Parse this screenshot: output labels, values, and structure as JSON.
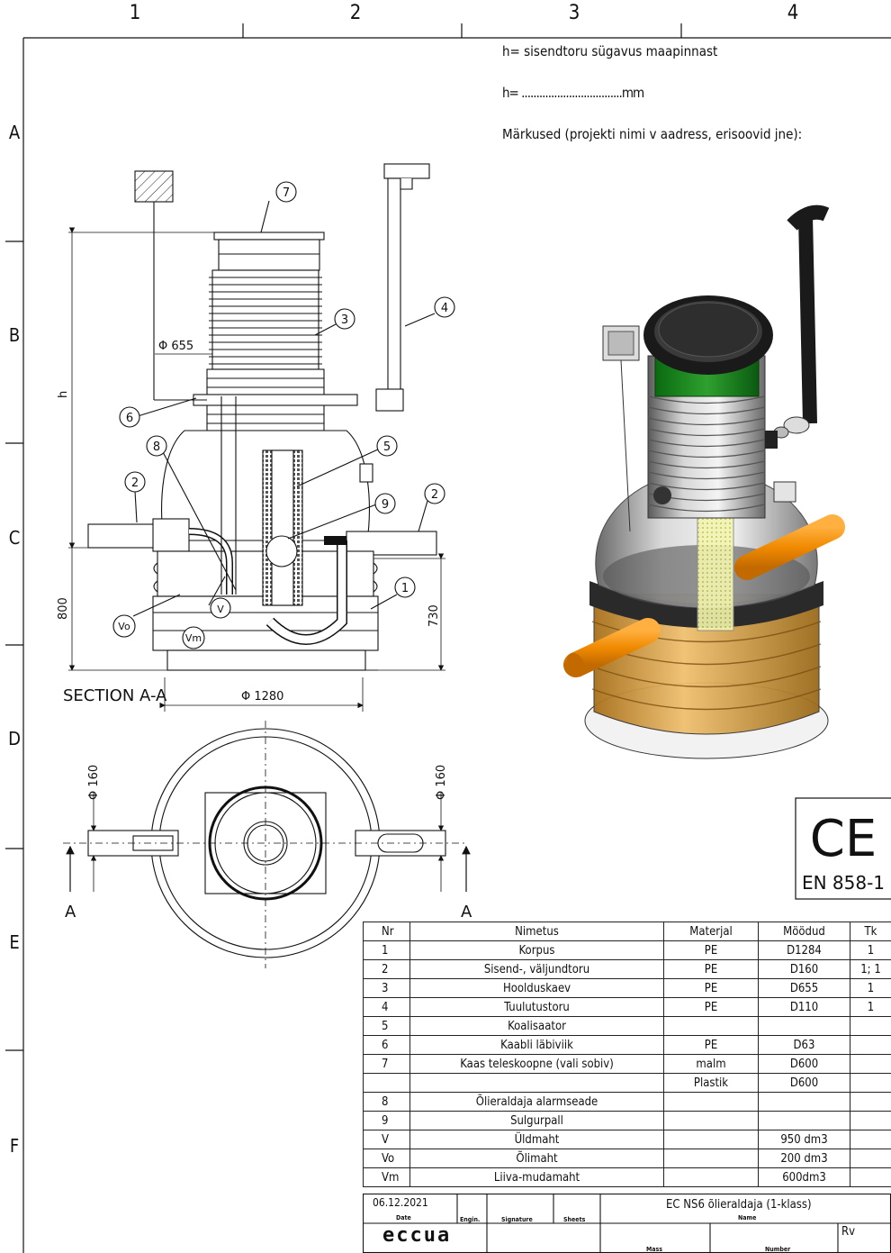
{
  "frame": {
    "columns": [
      "1",
      "2",
      "3",
      "4"
    ],
    "rows": [
      "A",
      "B",
      "C",
      "D",
      "E",
      "F"
    ]
  },
  "notes": {
    "depth_note": "h= sisendtoru sügavus maapinnast",
    "h_line": "h= ..................................mm",
    "remarks": "Märkused (projekti nimi v aadress, erisoovid jne):"
  },
  "section": {
    "title": "SECTION A-A",
    "dim_h": "h",
    "dim_655": "Φ 655",
    "dim_800": "800",
    "dim_730": "730",
    "dim_1280": "Φ 1280",
    "callouts": [
      "1",
      "2",
      "2",
      "3",
      "4",
      "5",
      "6",
      "7",
      "8",
      "9",
      "V",
      "Vo",
      "Vm"
    ]
  },
  "plan": {
    "dim_left": "Φ 160",
    "dim_right": "Φ 160",
    "cut_left": "A",
    "cut_right": "A"
  },
  "ce": {
    "mark": "CE",
    "standard": "EN 858-1"
  },
  "bom": {
    "headers": [
      "Nr",
      "Nimetus",
      "Materjal",
      "Möödud",
      "Tk"
    ],
    "rows": [
      [
        "1",
        "Korpus",
        "PE",
        "D1284",
        "1"
      ],
      [
        "2",
        "Sisend-, väljundtoru",
        "PE",
        "D160",
        "1; 1"
      ],
      [
        "3",
        "Hoolduskaev",
        "PE",
        "D655",
        "1"
      ],
      [
        "4",
        "Tuulutustoru",
        "PE",
        "D110",
        "1"
      ],
      [
        "5",
        "Koalisaator",
        "",
        "",
        ""
      ],
      [
        "6",
        "Kaabli läbiviik",
        "PE",
        "D63",
        ""
      ],
      [
        "7",
        "Kaas teleskoopne (vali sobiv)",
        "malm",
        "D600",
        ""
      ],
      [
        "",
        "",
        "Plastik",
        "D600",
        ""
      ],
      [
        "8",
        "Õlieraldaja alarmseade",
        "",
        "",
        ""
      ],
      [
        "9",
        "Sulgurpall",
        "",
        "",
        ""
      ],
      [
        "V",
        "Üldmaht",
        "",
        "950 dm3",
        ""
      ],
      [
        "Vo",
        "Õlimaht",
        "",
        "200 dm3",
        ""
      ],
      [
        "Vm",
        "Liiva-mudamaht",
        "",
        "600dm3",
        ""
      ]
    ]
  },
  "title_block": {
    "date": "06.12.2021",
    "date_label": "Date",
    "engin_label": "Engin.",
    "signature_label": "Signature",
    "sheets_label": "Sheets",
    "name": "EC NS6 õlieraldaja (1-klass)",
    "name_label": "Name",
    "logo": "eccua",
    "mass_label": "Mass",
    "number_label": "Number",
    "rev_label": "Rv"
  }
}
